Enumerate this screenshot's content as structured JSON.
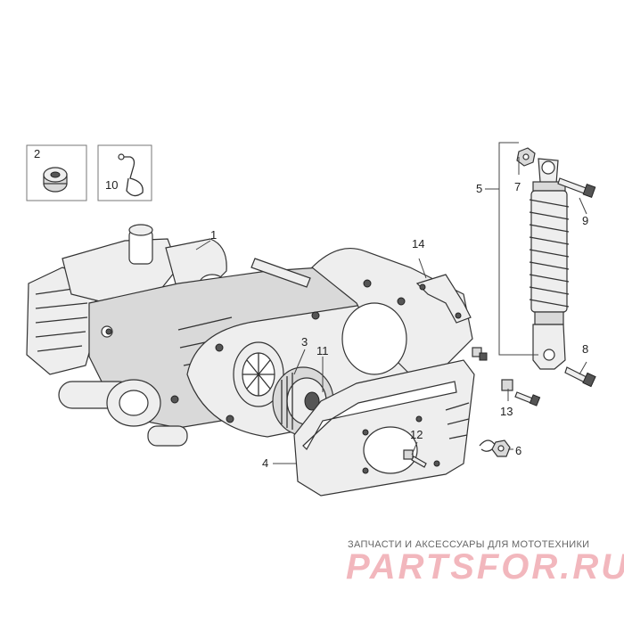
{
  "callouts": {
    "p1": "1",
    "p2": "2",
    "p3": "3",
    "p4": "4",
    "p5": "5",
    "p6": "6",
    "p7": "7",
    "p8": "8",
    "p9": "9",
    "p10": "10",
    "p11": "11",
    "p12": "12",
    "p13": "13",
    "p14": "14"
  },
  "watermark": {
    "tagline": "ЗАПЧАСТИ И АКСЕССУАРЫ ДЛЯ МОТОТЕХНИКИ",
    "logo": "PARTSFOR.RU"
  },
  "colors": {
    "line": "#333333",
    "shade": "#d9d9d9",
    "watermark_logo": "#f2b7bd",
    "watermark_text": "#666666"
  }
}
